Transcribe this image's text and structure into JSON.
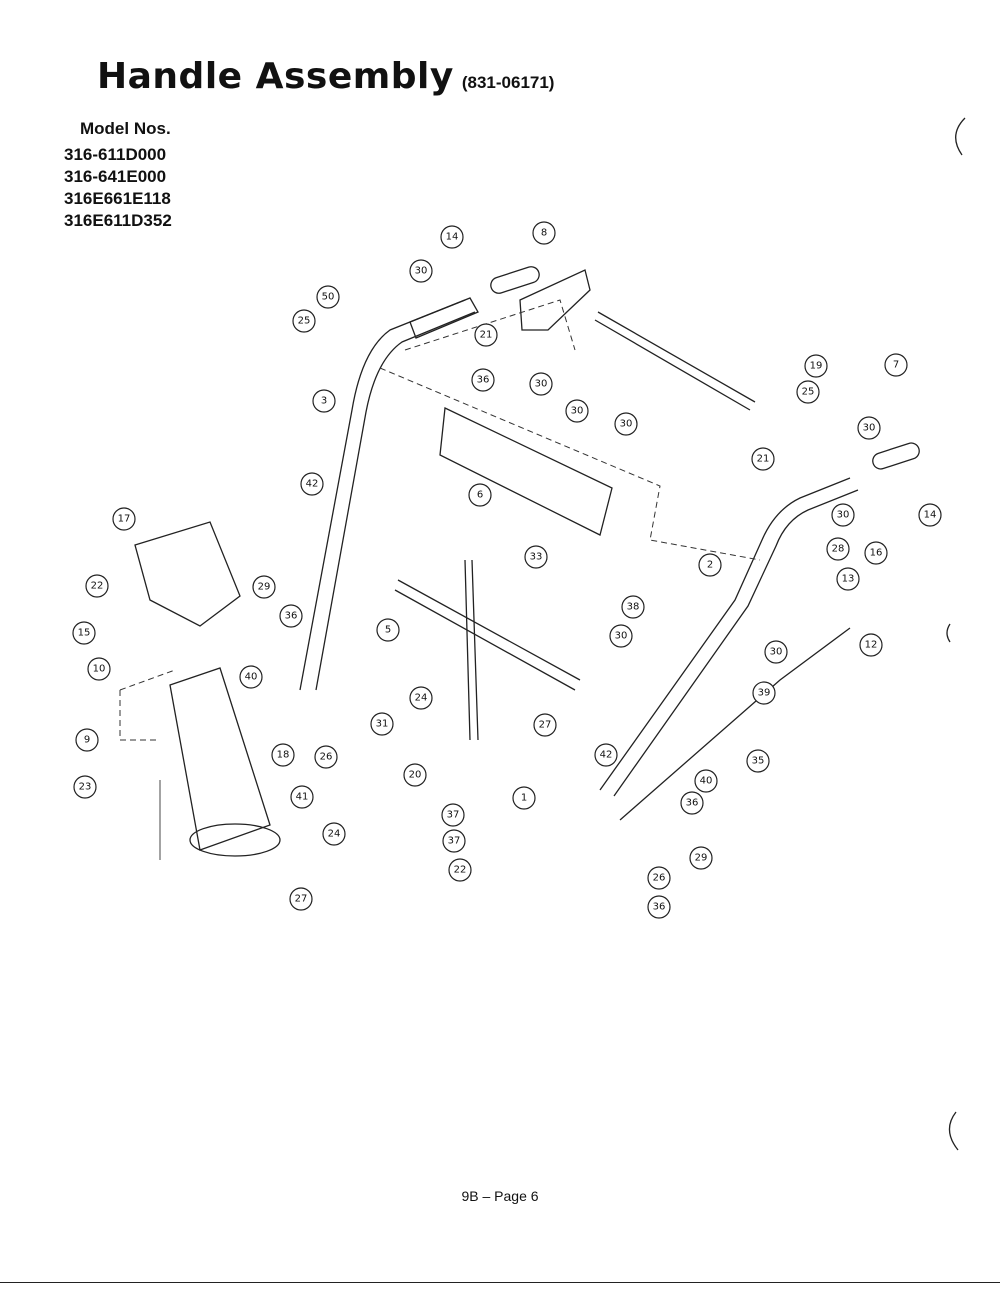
{
  "title": "Handle Assembly",
  "part_number": "(831-06171)",
  "models": {
    "header": "Model Nos.",
    "list": [
      "316-611D000",
      "316-641E000",
      "316E661E118",
      "316E611D352"
    ]
  },
  "footer": "9B – Page 6",
  "callouts": [
    "14",
    "8",
    "30",
    "50",
    "25",
    "21",
    "3",
    "36",
    "30",
    "30",
    "30",
    "19",
    "25",
    "7",
    "30",
    "21",
    "14",
    "6",
    "42",
    "17",
    "22",
    "15",
    "10",
    "9",
    "23",
    "29",
    "36",
    "40",
    "26",
    "18",
    "41",
    "24",
    "27",
    "33",
    "5",
    "24",
    "31",
    "27",
    "20",
    "42",
    "38",
    "30",
    "2",
    "28",
    "16",
    "13",
    "12",
    "30",
    "39",
    "35",
    "1",
    "37",
    "37",
    "22",
    "40",
    "36",
    "29",
    "26",
    "36",
    "30"
  ]
}
